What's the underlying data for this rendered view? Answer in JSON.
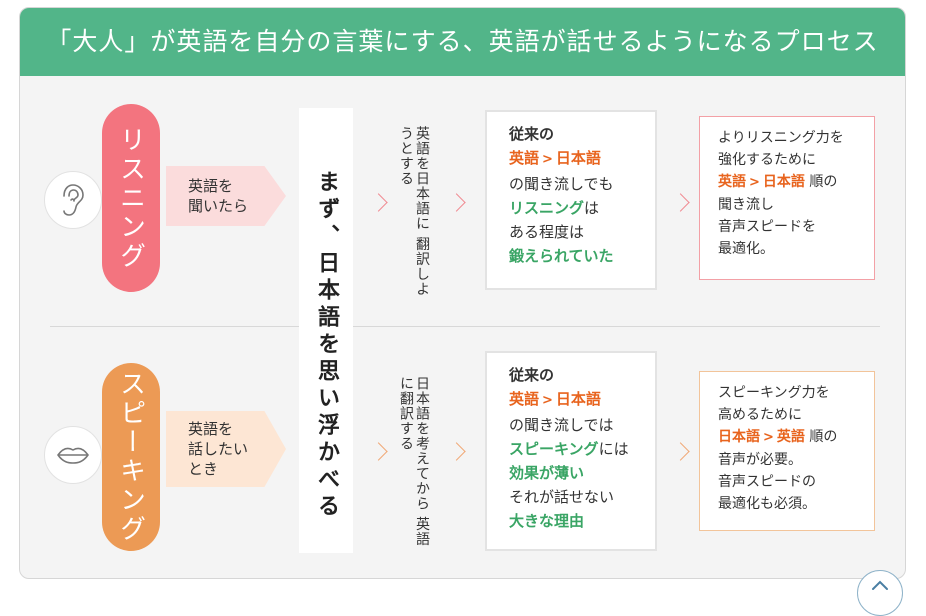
{
  "title": "「大人」が英語を自分の言葉にする、英語が話せるようになるプロセス",
  "center_label": "まず、日本語を思い浮かべる",
  "listening": {
    "label": "リスニング",
    "icon": "ear-icon",
    "trigger": "英語を\n聞いたら",
    "translate": "英語を日本語に\n翻訳しようとする",
    "box": {
      "line1": "従来の",
      "pair_from": "英語",
      "arrow": ">",
      "pair_to": "日本語",
      "line3": "の聞き流しでも",
      "line4_hl": "リスニング",
      "line4_rest": "は",
      "line5": "ある程度は",
      "line6_hl": "鍛えられていた"
    },
    "side": {
      "line1": "よりリスニング力を",
      "line2": "強化するために",
      "pair_from": "英語",
      "arrow": ">",
      "pair_to": "日本語",
      "line3_rest": "順の",
      "line4": "聞き流し",
      "line5": "音声スピードを",
      "line6": "最適化。"
    }
  },
  "speaking": {
    "label": "スピーキング",
    "icon": "lips-icon",
    "trigger": "英語を\n話したい\nとき",
    "translate": "日本語を考えてから\n英語に翻訳する",
    "box": {
      "line1": "従来の",
      "pair_from": "英語",
      "arrow": ">",
      "pair_to": "日本語",
      "line3": "の聞き流しでは",
      "line4_hl": "スピーキング",
      "line4_rest": "には",
      "line5_hl": "効果が薄い",
      "line6": "それが話せない",
      "line7_hl": "大きな理由"
    },
    "side": {
      "line1": "スピーキング力を",
      "line2": "高めるために",
      "pair_from": "日本語",
      "arrow": ">",
      "pair_to": "英語",
      "line3_rest": "順の",
      "line4": "音声が必要。",
      "line5": "音声スピードの",
      "line6": "最適化も必須。"
    }
  },
  "colors": {
    "header": "#52b589",
    "listening": "#f3747f",
    "speaking": "#ec9a55",
    "highlight_orange": "#e8641e",
    "highlight_green": "#3aa565"
  },
  "scroll_top_icon": "arrow-up-icon"
}
